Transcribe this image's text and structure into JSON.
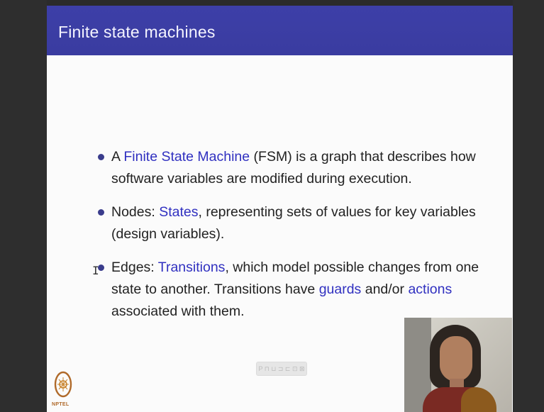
{
  "slide": {
    "title": "Finite state machines",
    "bullets": [
      {
        "parts": [
          {
            "text": "A ",
            "highlight": false
          },
          {
            "text": "Finite State Machine",
            "highlight": true
          },
          {
            "text": " (FSM) is a graph that describes how software variables are modified during execution.",
            "highlight": false
          }
        ]
      },
      {
        "parts": [
          {
            "text": "Nodes: ",
            "highlight": false
          },
          {
            "text": "States",
            "highlight": true
          },
          {
            "text": ", representing sets of values for key variables (design variables).",
            "highlight": false
          }
        ]
      },
      {
        "parts": [
          {
            "text": "Edges: ",
            "highlight": false
          },
          {
            "text": "Transitions",
            "highlight": true
          },
          {
            "text": ", which model possible changes from one state to another. Transitions have ",
            "highlight": false
          },
          {
            "text": "guards",
            "highlight": true
          },
          {
            "text": " and/or ",
            "highlight": false
          },
          {
            "text": "actions",
            "highlight": true
          },
          {
            "text": " associated with them.",
            "highlight": false
          }
        ]
      }
    ],
    "page_button_label": "Ρ ⊓ ⊔ ⊐ ⊏ ⊡ ⊠",
    "logo_label": "NPTEL"
  },
  "colors": {
    "title_bar": "#3d3fa8",
    "highlight_text": "#3030c0",
    "bullet": "#3a3c8c",
    "body_text": "#222222"
  },
  "icons": {
    "cursor": "text-cursor-icon",
    "logo": "nptel-logo-icon"
  }
}
